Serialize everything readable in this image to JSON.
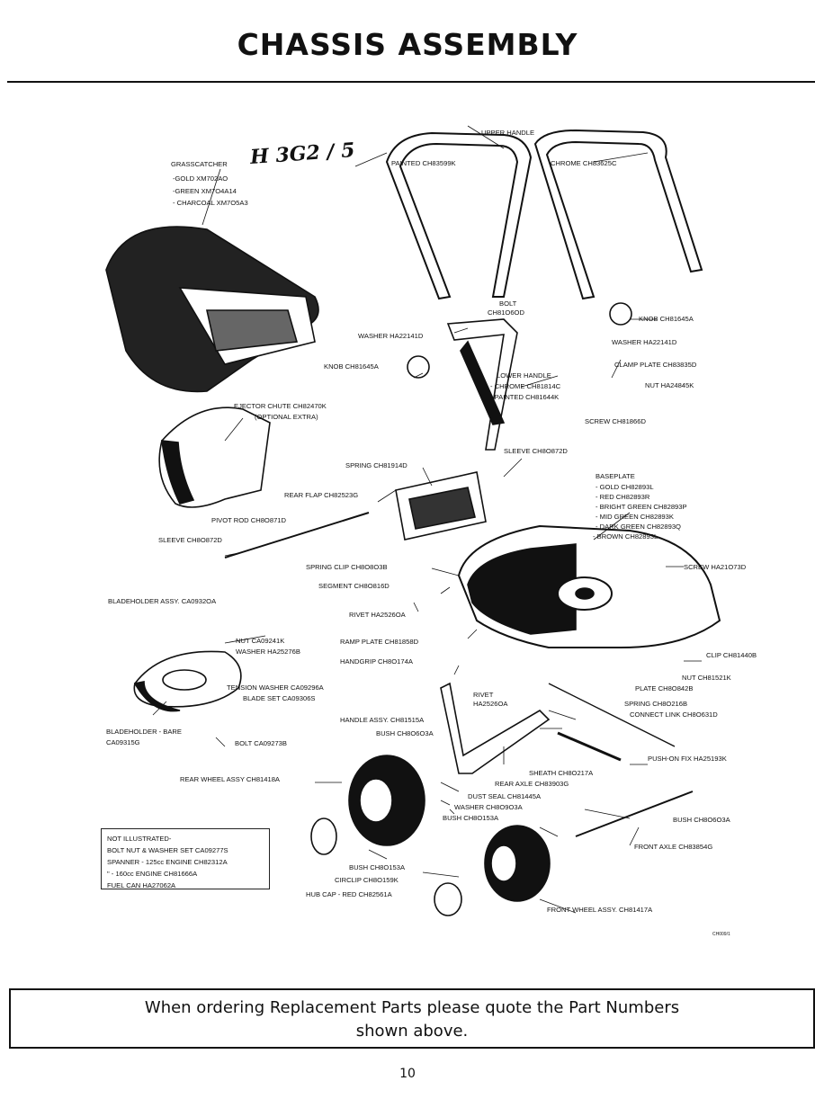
{
  "page_title": "CHASSIS ASSEMBLY",
  "handwritten_note": "H 3G2 / 5",
  "labels": {
    "upper_handle": "UPPER HANDLE",
    "painted_upper": "PAINTED CH83599K",
    "chrome_upper": "CHROME CH83625C",
    "grasscatcher": "GRASSCATCHER",
    "gold": "-GOLD XM702AO",
    "green": "-GREEN XM7O4A14",
    "charcoal": "- CHARCOAL XM7O5A3",
    "bolt": "BOLT",
    "bolt_code": "CH81O6OD",
    "knob_right": "KNOB CH81645A",
    "washer_left": "WASHER HA22141D",
    "washer_right": "WASHER HA22141D",
    "knob_left": "KNOB CH81645A",
    "clamp_plate": "CLAMP PLATE CH83835D",
    "lower_handle": "LOWER HANDLE",
    "lower_chrome": "- CHROME CH81814C",
    "lower_painted": "- PAINTED CH81644K",
    "nut_right": "NUT HA24845K",
    "ejector_chute": "EJECTOR CHUTE CH82470K",
    "optional_extra": "(OPTIONAL EXTRA)",
    "screw_top": "SCREW CH81866D",
    "sleeve_top": "SLEEVE CH8O872D",
    "spring_top": "SPRING CH81914D",
    "baseplate": "BASEPLATE",
    "bp_gold": "- GOLD CH82893L",
    "bp_red": "- RED CH82893R",
    "bp_bright_green": "- BRIGHT GREEN CH82893P",
    "bp_mid_green": "- MID GREEN CH82893K",
    "bp_dark_green": "- DARK GREEN CH82893Q",
    "bp_brown": "- BROWN CH82893L",
    "rear_flap": "REAR FLAP CH82523G",
    "pivot_rod": "PIVOT ROD CH8O871D",
    "sleeve_left": "SLEEVE CH8O872D",
    "spring_clip": "SPRING CLIP CH8O8O3B",
    "screw_right": "SCREW HA21O73D",
    "segment": "SEGMENT CH8O816D",
    "bladeholder_assy": "BLADEHOLDER ASSY. CA0932OA",
    "rivet_top": "RIVET HA2526OA",
    "nut_left": "NUT CA09241K",
    "washer_blade": "WASHER HA25276B",
    "ramp_plate": "RAMP PLATE CH81858D",
    "clip": "CLIP CH81440B",
    "handgrip": "HANDGRIP CH8O174A",
    "nut_mid": "NUT CH81521K",
    "tension_washer": "TENSION WASHER CA09296A",
    "rivet_mid": "RIVET",
    "rivet_mid_code": "HA2526OA",
    "plate": "PLATE CH8O842B",
    "blade_set": "BLADE SET CA09306S",
    "spring_mid": "SPRING CH8O216B",
    "handle_assy": "HANDLE ASSY. CH81515A",
    "connect_link": "CONNECT LINK CH8O631D",
    "bladeholder_bare": "BLADEHOLDER - BARE",
    "bladeholder_bare_code": "CA09315G",
    "bush_handle": "BUSH CH8O6O3A",
    "bolt_blade": "BOLT CA09273B",
    "push_on_fix": "PUSH-ON FIX HA25193K",
    "rear_wheel_assy": "REAR WHEEL ASSY CH81418A",
    "sheath": "SHEATH CH8O217A",
    "rear_axle": "REAR AXLE CH83903G",
    "dust_seal": "DUST SEAL CH81445A",
    "washer_axle": "WASHER CH8O9O3A",
    "bush_axle": "BUSH CH8O153A",
    "bush_right": "BUSH CH8O6O3A",
    "bush_wheel": "BUSH CH8O153A",
    "front_axle": "FRONT AXLE CH83854G",
    "circlip": "CIRCLIP CH8O159K",
    "hub_cap": "HUB CAP - RED CH82561A",
    "front_wheel_assy": "FRONT WHEEL ASSY. CH81417A"
  },
  "not_illustrated": {
    "heading": "NOT ILLUSTRATED-",
    "line1": "BOLT NUT & WASHER SET CA09277S",
    "line2": "SPANNER - 125cc ENGINE CH82312A",
    "line3": "\" - 160cc ENGINE CH81666A",
    "line4": "FUEL CAN HA27062A"
  },
  "small_code": "CH009/1",
  "notice": {
    "line1": "When ordering Replacement Parts please quote the Part Numbers",
    "line2": "shown above."
  },
  "page_number": "10"
}
